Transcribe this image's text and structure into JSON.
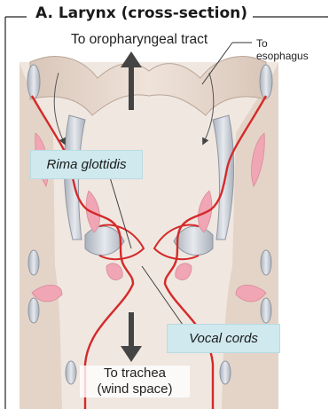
{
  "figure": {
    "title": "A. Larynx (cross-section)",
    "labels": {
      "oropharyngeal": "To oropharyngeal tract",
      "esophagus_line1": "To",
      "esophagus_line2": "esophagus",
      "trachea_line1": "To trachea",
      "trachea_line2": "(wind space)",
      "rima_glottidis": "Rima glottidis",
      "vocal_cords": "Vocal cords"
    },
    "colors": {
      "mucosa_outline": "#d42a2a",
      "tissue": "#e3d2c6",
      "cartilage": "#bdc3cc",
      "muscle": "#f0a6b4",
      "callout_fill": "#cfe9ee",
      "arrow": "#444444"
    }
  }
}
